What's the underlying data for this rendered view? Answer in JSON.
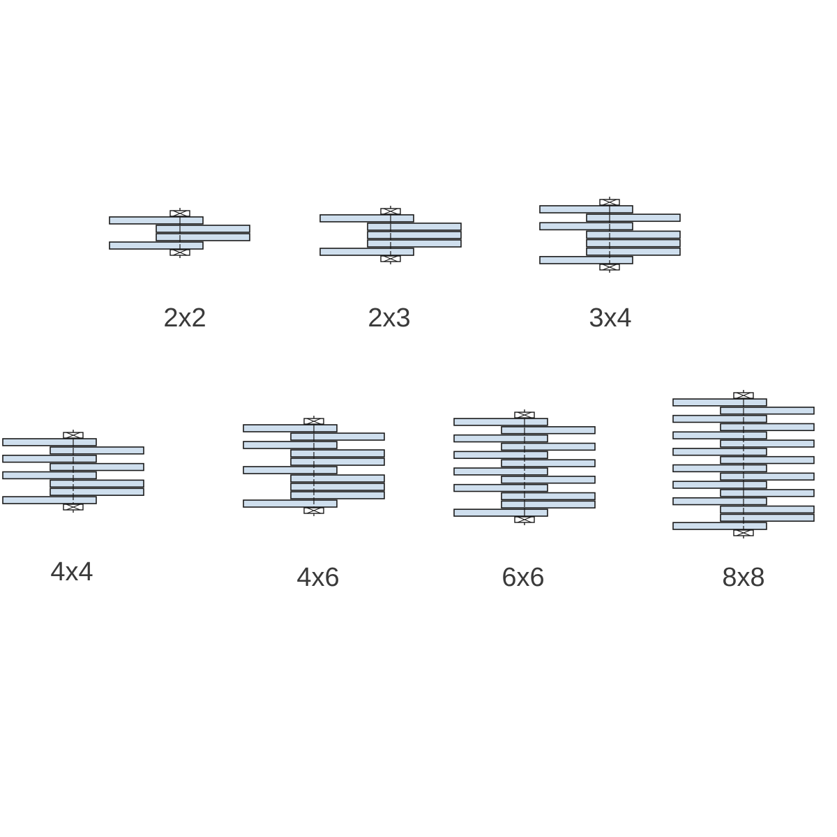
{
  "colors": {
    "plate_fill": "#cfdfee",
    "plate_stroke": "#1a1a1a",
    "pin_stroke": "#1a1a1a",
    "label": "#3a3a3a",
    "background": "#ffffff"
  },
  "chains": [
    {
      "label": "2x2",
      "outer_plates": 2,
      "inner_plates": 2
    },
    {
      "label": "2x3",
      "outer_plates": 2,
      "inner_plates": 3
    },
    {
      "label": "3x4",
      "outer_plates": 3,
      "inner_plates": 4
    },
    {
      "label": "4x4",
      "outer_plates": 4,
      "inner_plates": 4
    },
    {
      "label": "4x6",
      "outer_plates": 4,
      "inner_plates": 6
    },
    {
      "label": "6x6",
      "outer_plates": 6,
      "inner_plates": 6
    },
    {
      "label": "8x8",
      "outer_plates": 8,
      "inner_plates": 8
    }
  ]
}
